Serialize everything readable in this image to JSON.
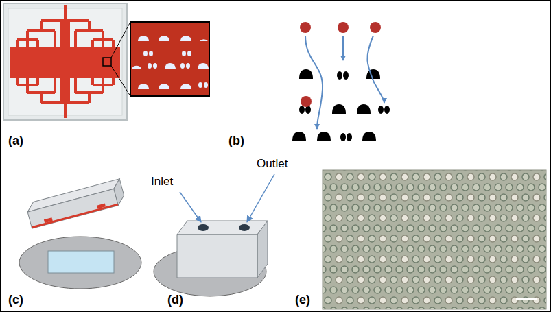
{
  "diagram": {
    "labels": [
      "(a)",
      "(b)",
      "(c)",
      "(d)",
      "(e)",
      "Inlet",
      "Outlet"
    ]
  }
}
